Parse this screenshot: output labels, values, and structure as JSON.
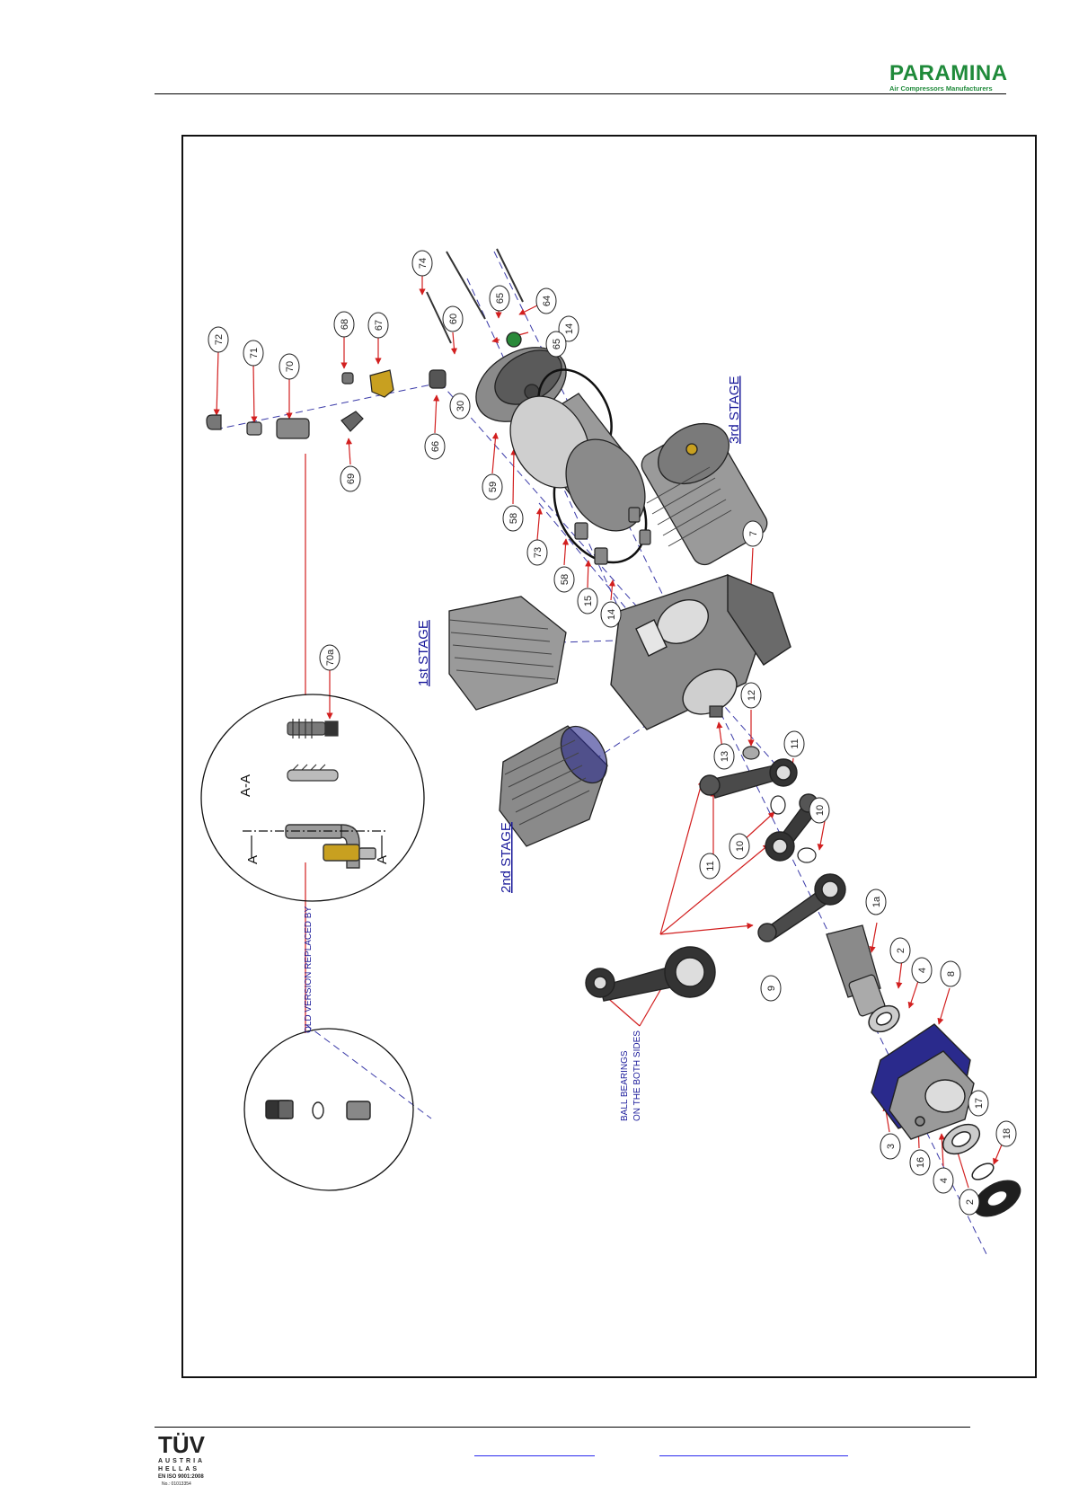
{
  "header": {
    "brand_name": "PARAMINA",
    "brand_tagline": "Air Compressors Manufacturers",
    "brand_color": "#1f8a3a"
  },
  "drawing": {
    "stage_labels": [
      "1st STAGE",
      "2nd STAGE",
      "3rd STAGE"
    ],
    "note_old_version": "OLD VERSION REPLACED BY",
    "note_ball_bearings": [
      "BALL BEARINGS",
      "ON THE BOTH SIDES"
    ],
    "section_labels": [
      "A-A",
      "A",
      "A"
    ],
    "callouts": [
      {
        "text": "72"
      },
      {
        "text": "71"
      },
      {
        "text": "70"
      },
      {
        "text": "69"
      },
      {
        "text": "68"
      },
      {
        "text": "67"
      },
      {
        "text": "66"
      },
      {
        "text": "60"
      },
      {
        "text": "30"
      },
      {
        "text": "74"
      },
      {
        "text": "65"
      },
      {
        "text": "64"
      },
      {
        "text": "14"
      },
      {
        "text": "65"
      },
      {
        "text": "59"
      },
      {
        "text": "58"
      },
      {
        "text": "73"
      },
      {
        "text": "58"
      },
      {
        "text": "15"
      },
      {
        "text": "14"
      },
      {
        "text": "7"
      },
      {
        "text": "70a"
      },
      {
        "text": "12"
      },
      {
        "text": "13"
      },
      {
        "text": "11"
      },
      {
        "text": "11"
      },
      {
        "text": "10"
      },
      {
        "text": "10"
      },
      {
        "text": "9"
      },
      {
        "text": "1a"
      },
      {
        "text": "2"
      },
      {
        "text": "4"
      },
      {
        "text": "8"
      },
      {
        "text": "3"
      },
      {
        "text": "16"
      },
      {
        "text": "4"
      },
      {
        "text": "2"
      },
      {
        "text": "17"
      },
      {
        "text": "18"
      }
    ],
    "colors": {
      "leader_line": "#d21f1f",
      "axis_line": "#3a3aa8",
      "stage_text": "#1a1a9a",
      "part_gray": "#8a8a8a",
      "part_dark": "#2e2e2e",
      "housing_blue": "#2a2a8c"
    }
  },
  "footer": {
    "cert_mark": "TÜV",
    "cert_line1": "AUSTRIA",
    "cert_line2": "HELLAS",
    "cert_iso": "EN ISO 9001:2008",
    "cert_no": "No.: 01013354"
  }
}
